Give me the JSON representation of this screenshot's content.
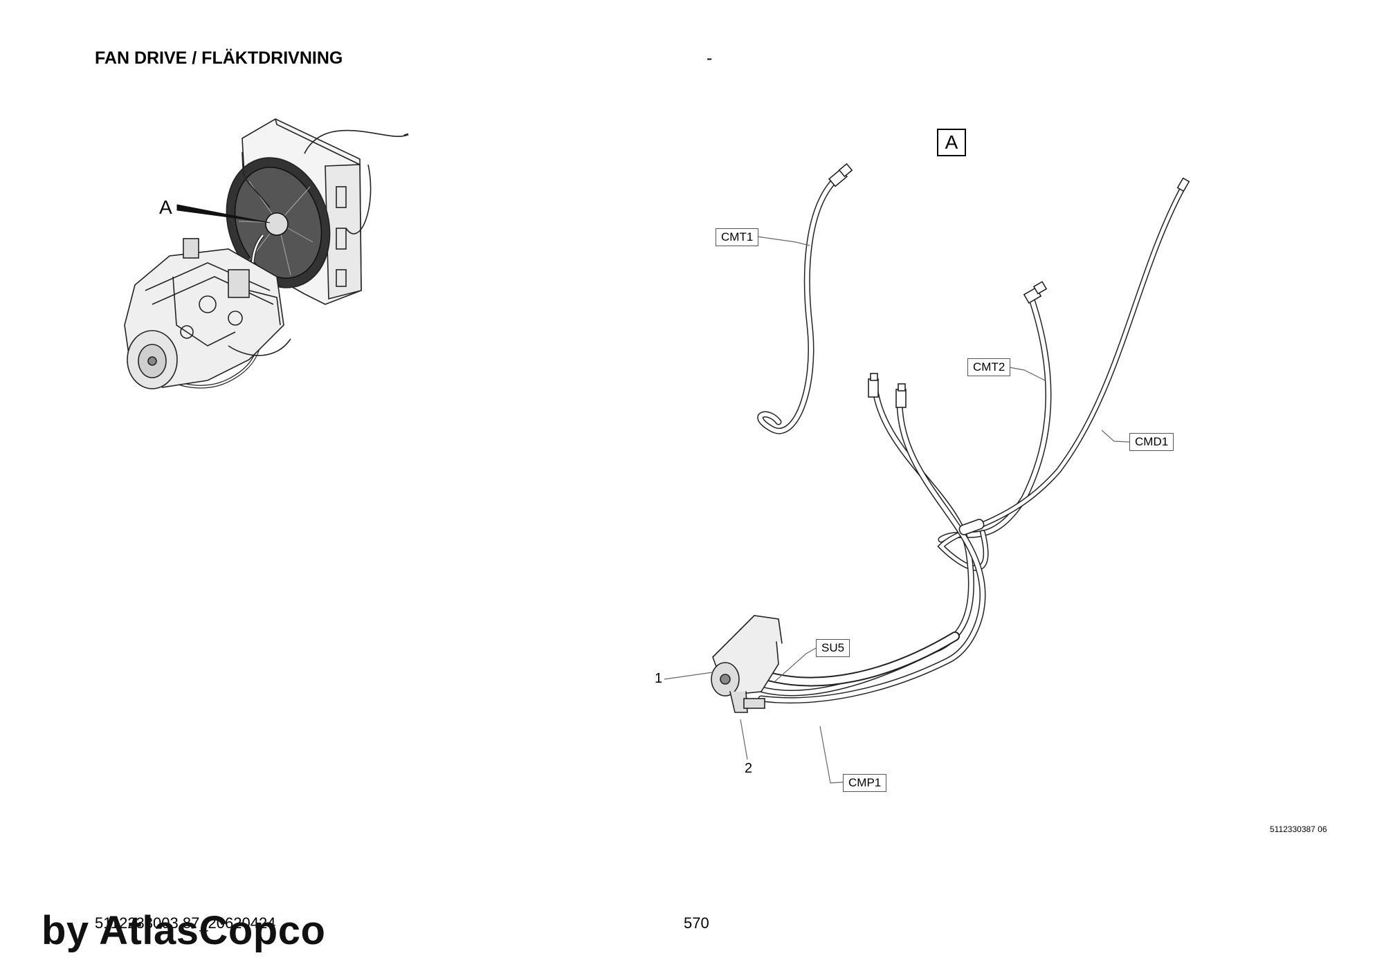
{
  "page": {
    "title": "FAN DRIVE / FLÄKTDRIVNING",
    "header_dash": "-",
    "drawing_code": "5112330387 06",
    "doc_number": "5112233003 87_20620424",
    "page_number": "570",
    "watermark": "by AtlasCopco"
  },
  "overview": {
    "detail_letter": "A"
  },
  "detail": {
    "view_letter": "A",
    "callouts": {
      "cmt1": "CMT1",
      "cmt2": "CMT2",
      "cmd1": "CMD1",
      "su5": "SU5",
      "cmp1": "CMP1"
    },
    "item_numbers": {
      "item1": "1",
      "item2": "2"
    }
  }
}
